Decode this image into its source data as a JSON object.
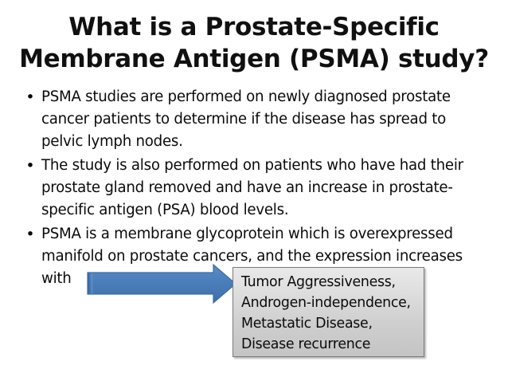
{
  "slide": {
    "background_color": "#ffffff",
    "title": {
      "lines": [
        "What is a Prostate-Specific",
        "Membrane Antigen (PSMA) study?"
      ]
    },
    "bullets": [
      {
        "marker": "•",
        "text": "PSMA studies are performed on newly diagnosed prostate cancer patients to determine if the disease has spread to pelvic lymph nodes."
      },
      {
        "marker": "•",
        "text": "The study is also performed on patients who have had their prostate gland removed and have an increase in prostate-specific antigen (PSA) blood levels."
      },
      {
        "marker": "•",
        "text": "PSMA is a membrane glycoprotein which is  overexpressed manifold on prostate cancers, and the expression increases with"
      }
    ],
    "arrow": {
      "direction": "right",
      "fill_color": "#4a7ebb",
      "edge_color": "#3a6ba5"
    },
    "callout": {
      "border_color": "#7a7a7a",
      "fill_top_color": "#e9e9e9",
      "fill_bottom_color": "#c4c4c4",
      "lines": [
        "Tumor Aggressiveness,",
        "Androgen-independence,",
        "Metastatic Disease,",
        "Disease recurrence"
      ]
    }
  }
}
